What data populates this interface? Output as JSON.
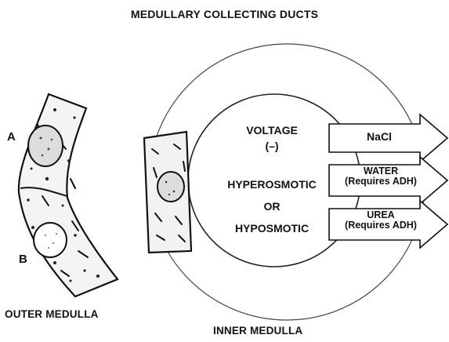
{
  "title": "MEDULLARY COLLECTING DUCTS",
  "regions": {
    "outer_label": "OUTER MEDULLA",
    "inner_label": "INNER MEDULLA"
  },
  "cells": {
    "label_a": "A",
    "label_b": "B"
  },
  "properties": {
    "voltage": "VOLTAGE",
    "voltage_sign": "(–)",
    "hyperosmotic": "HYPEROSMOTIC",
    "or": "OR",
    "hyposmotic": "HYPOSMOTIC"
  },
  "transport": [
    {
      "line1": "NaCl",
      "line2": ""
    },
    {
      "line1": "WATER",
      "line2": "(Requires ADH)"
    },
    {
      "line1": "UREA",
      "line2": "(Requires ADH)"
    }
  ]
}
